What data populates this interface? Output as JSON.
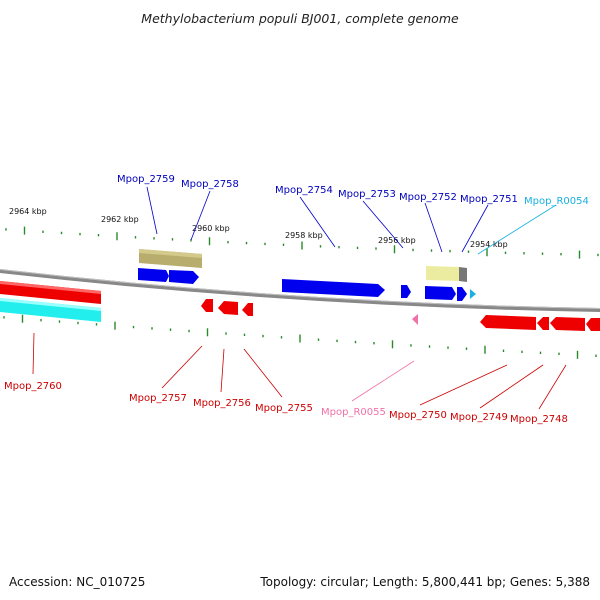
{
  "title": "Methylobacterium populi BJ001, complete genome",
  "footer": {
    "accession": "Accession: NC_010725",
    "summary": "Topology: circular; Length: 5,800,441 bp; Genes: 5,388"
  },
  "colors": {
    "backbone": "#888888",
    "tick": "#2a8a2a",
    "forward_cds": "#0000ee",
    "reverse_cds": "#ee0000",
    "forward_label": "#0000bb",
    "reverse_label": "#cc0000",
    "trna": "#1ab0e0",
    "trna_rev": "#f070a8",
    "misc_feature": "#b8ad6c",
    "pseudo": "#ececa0",
    "rrna_cyan": "#22eeee"
  },
  "scale_labels": [
    "2964 kbp",
    "2962 kbp",
    "2960 kbp",
    "2958 kbp",
    "2956 kbp",
    "2954 kbp"
  ],
  "genes_forward": [
    "Mpop_2759",
    "Mpop_2758",
    "Mpop_2754",
    "Mpop_2753",
    "Mpop_2752",
    "Mpop_2751"
  ],
  "genes_trna_forward": [
    "Mpop_R0054"
  ],
  "genes_reverse": [
    "Mpop_2760",
    "Mpop_2757",
    "Mpop_2756",
    "Mpop_2755",
    "Mpop_2750",
    "Mpop_2749",
    "Mpop_2748"
  ],
  "genes_trna_reverse": [
    "Mpop_R0055"
  ]
}
